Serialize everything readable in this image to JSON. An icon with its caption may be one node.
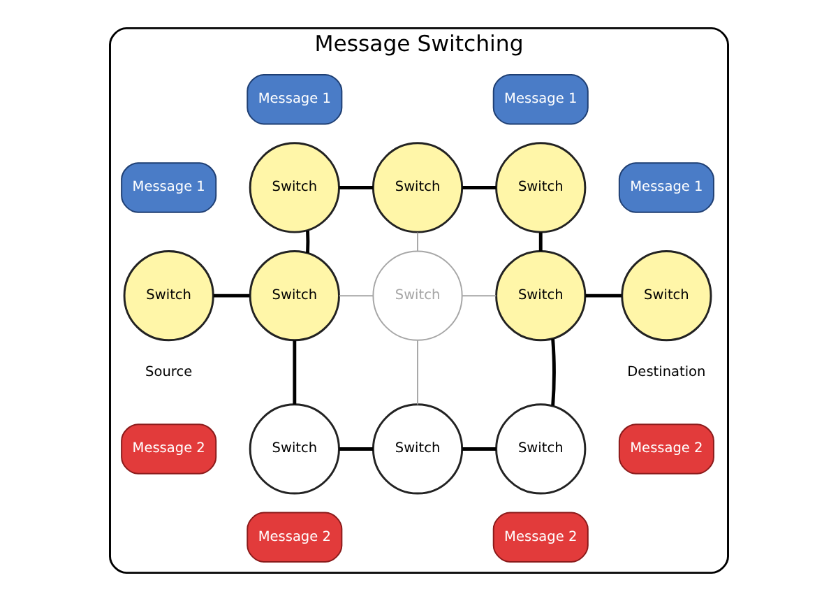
{
  "diagram": {
    "nodes": [
      {
        "text": [
          "Message Switching"
        ]
      },
      {
        "text": [
          "Switch"
        ],
        "in": 0
      },
      {
        "text": [
          "Switch"
        ],
        "in": 0
      },
      {
        "text": [
          "Switch"
        ],
        "in": 0
      },
      {
        "text": [
          "Switch"
        ],
        "in": 0,
        "beside": [
          "Source"
        ]
      },
      {
        "text": [
          "Switch"
        ],
        "in": 0
      },
      {
        "text": [
          "Switch"
        ],
        "in": 0
      },
      {
        "text": [
          "Switch"
        ],
        "in": 0
      },
      {
        "text": [
          "Switch"
        ],
        "in": 0,
        "beside": [
          "Destination"
        ]
      },
      {
        "text": [
          "Switch"
        ],
        "in": 0
      },
      {
        "text": [
          "Switch"
        ],
        "in": 0
      },
      {
        "text": [
          "Switch"
        ],
        "in": 0
      },
      {
        "text": [
          "Message 1"
        ],
        "in": 0
      },
      {
        "text": [
          "Message 1"
        ],
        "in": 0
      },
      {
        "text": [
          "Message 1"
        ],
        "in": 0
      },
      {
        "text": [
          "Message 1"
        ],
        "in": 0
      },
      {
        "text": [
          "Message 2"
        ],
        "in": 0
      },
      {
        "text": [
          "Message 2"
        ],
        "in": 0
      },
      {
        "text": [
          "Message 2"
        ],
        "in": 0
      },
      {
        "text": [
          "Message 2"
        ],
        "in": 0
      }
    ],
    "edges": [
      {
        "from": 4,
        "to": 5,
        "arrow": "none"
      },
      {
        "from": 5,
        "to": 1,
        "arrow": "none"
      },
      {
        "from": 1,
        "to": 2,
        "arrow": "none"
      },
      {
        "from": 2,
        "to": 3,
        "arrow": "none"
      },
      {
        "from": 3,
        "to": 7,
        "arrow": "none"
      },
      {
        "from": 7,
        "to": 8,
        "arrow": "none"
      },
      {
        "from": 5,
        "to": 9,
        "arrow": "none"
      },
      {
        "from": 9,
        "to": 10,
        "arrow": "none"
      },
      {
        "from": 10,
        "to": 11,
        "arrow": "none"
      },
      {
        "from": 11,
        "to": 7,
        "arrow": "none"
      },
      {
        "from": 5,
        "to": 6,
        "arrow": "none",
        "color": "#a6a6a6"
      },
      {
        "from": 6,
        "to": 7,
        "arrow": "none",
        "color": "#a6a6a6"
      },
      {
        "from": 2,
        "to": 6,
        "arrow": "none",
        "color": "#a6a6a6"
      },
      {
        "from": 6,
        "to": 10,
        "arrow": "none",
        "color": "#a6a6a6"
      }
    ]
  }
}
